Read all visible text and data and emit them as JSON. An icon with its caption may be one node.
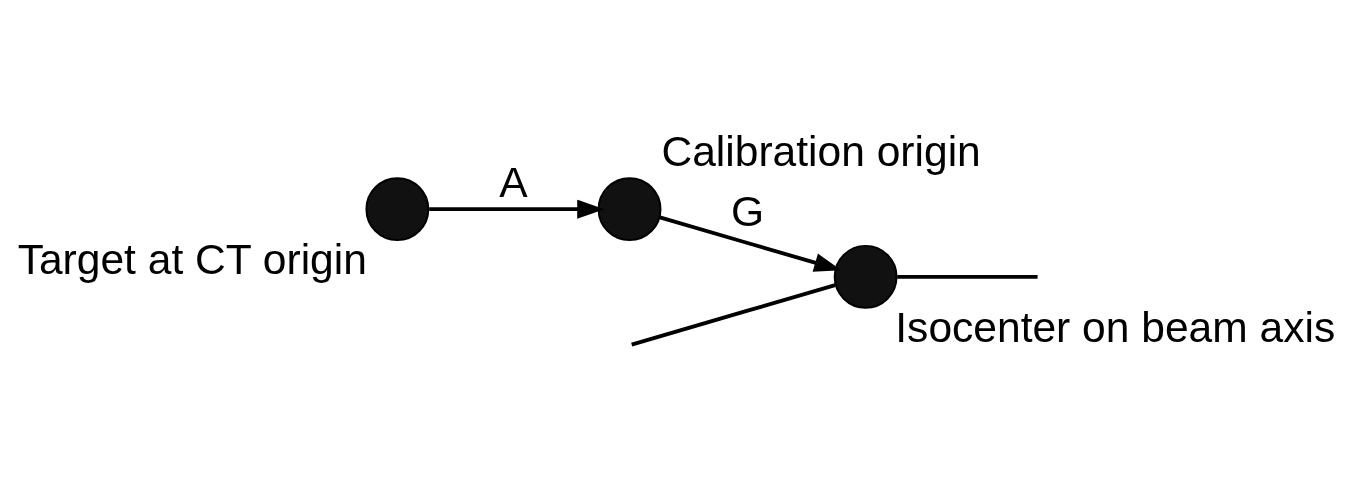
{
  "diagram": {
    "nodes": [
      {
        "text": [],
        "shape": "circle",
        "beside": [
          "Target at CT origin"
        ]
      },
      {
        "text": [],
        "shape": "circle",
        "beside": [
          "Calibration origin"
        ]
      },
      {
        "text": [],
        "shape": "circle",
        "beside": [
          "Isocenter on beam axis"
        ]
      }
    ],
    "edges": [
      {
        "from": 0,
        "to": 1,
        "arrow": "to",
        "label": "A"
      },
      {
        "from": 1,
        "to": 2,
        "arrow": "to",
        "label": "G"
      },
      {
        "from": null,
        "to": 2,
        "arrow": "none"
      },
      {
        "from": 2,
        "to": null,
        "arrow": "none"
      }
    ]
  }
}
